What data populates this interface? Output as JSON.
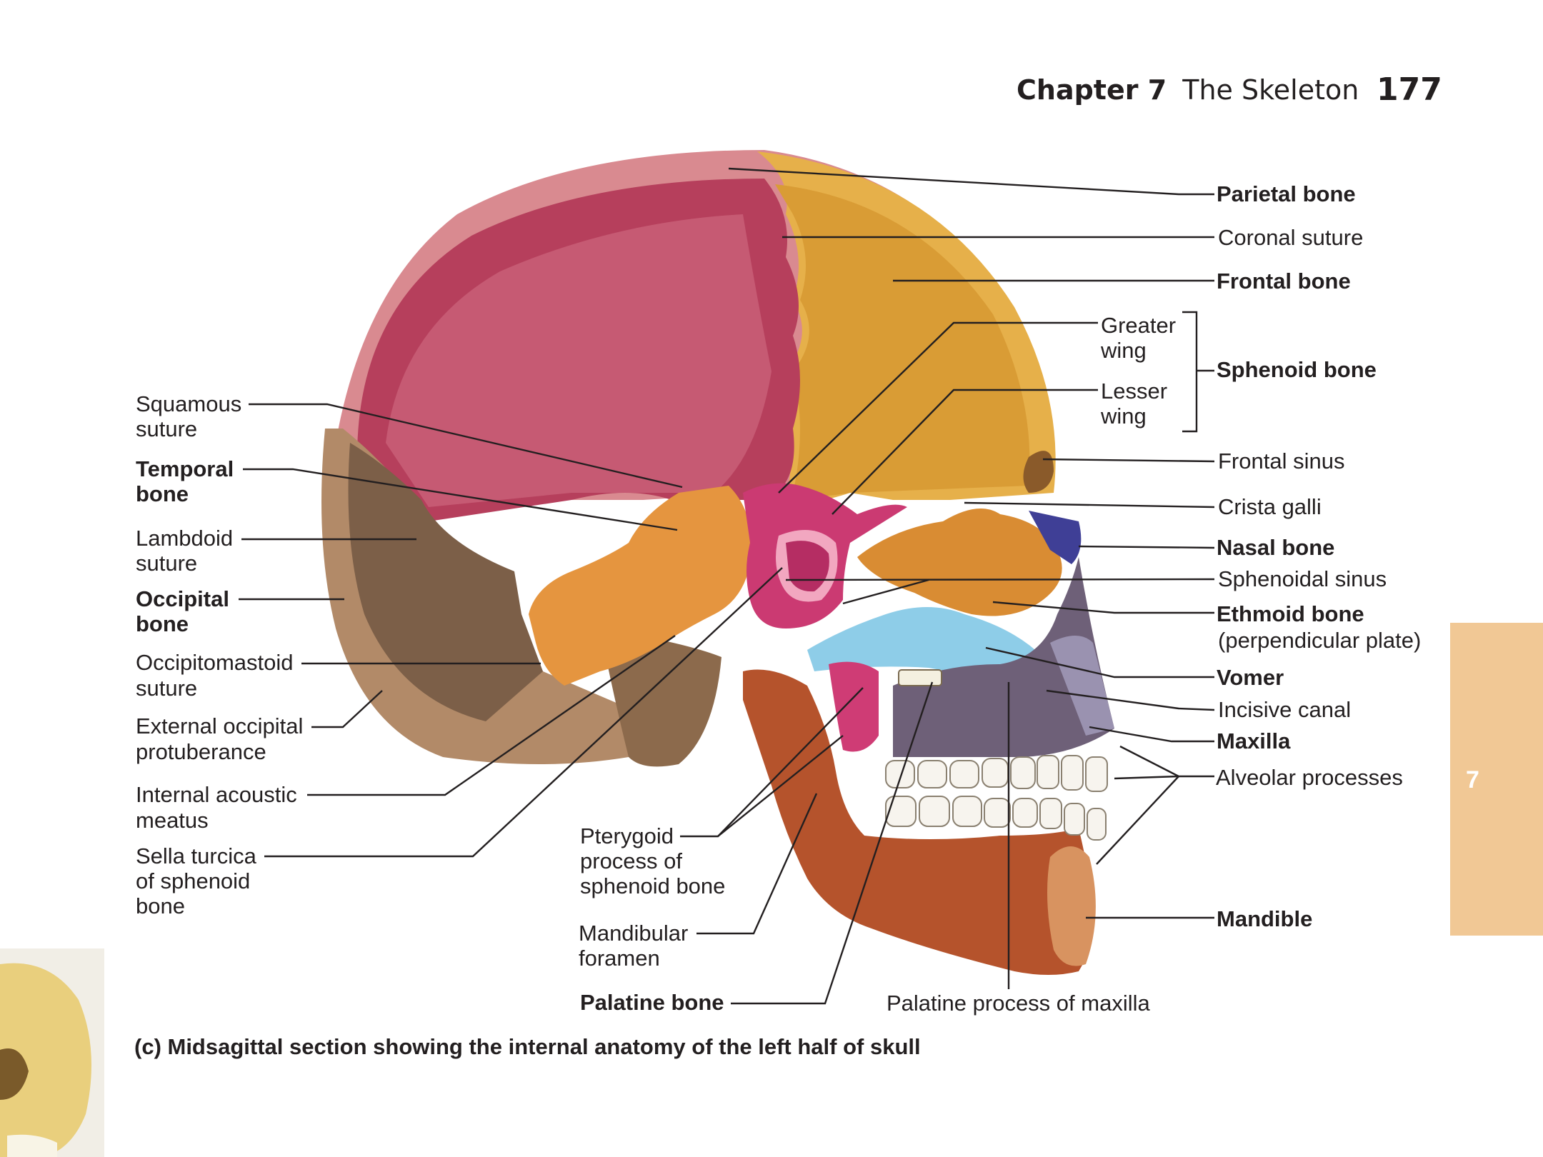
{
  "header": {
    "chapter": "Chapter 7",
    "title": "The Skeleton",
    "page_number": "177"
  },
  "tab": {
    "number": "7"
  },
  "caption": "(c) Midsagittal section showing the internal anatomy of the left half of skull",
  "labels": {
    "parietal_bone": "Parietal bone",
    "coronal_suture": "Coronal suture",
    "frontal_bone": "Frontal bone",
    "greater_wing": [
      "Greater",
      "wing"
    ],
    "lesser_wing": [
      "Lesser",
      "wing"
    ],
    "sphenoid_bone": "Sphenoid bone",
    "frontal_sinus": "Frontal sinus",
    "crista_galli": "Crista galli",
    "nasal_bone": "Nasal bone",
    "sphenoidal_sinus": "Sphenoidal sinus",
    "ethmoid_bone": [
      "Ethmoid bone",
      "(perpendicular plate)"
    ],
    "vomer": "Vomer",
    "incisive_canal": "Incisive canal",
    "maxilla": "Maxilla",
    "alveolar_processes": "Alveolar processes",
    "mandible": "Mandible",
    "squamous_suture": [
      "Squamous",
      "suture"
    ],
    "temporal_bone": [
      "Temporal",
      "bone"
    ],
    "lambdoid_suture": [
      "Lambdoid",
      "suture"
    ],
    "occipital_bone": [
      "Occipital",
      "bone"
    ],
    "occipitomastoid_suture": [
      "Occipitomastoid",
      "suture"
    ],
    "external_occipital_protuberance": [
      "External occipital",
      "protuberance"
    ],
    "internal_acoustic_meatus": [
      "Internal acoustic",
      "meatus"
    ],
    "sella_turcica": [
      "Sella turcica",
      "of sphenoid",
      "bone"
    ],
    "pterygoid_process": [
      "Pterygoid",
      "process of",
      "sphenoid bone"
    ],
    "mandibular_foramen": [
      "Mandibular",
      "foramen"
    ],
    "palatine_bone": "Palatine bone",
    "palatine_process": "Palatine process of maxilla"
  },
  "colors": {
    "parietal": "#b9405a",
    "frontal": "#e2a640",
    "temporal": "#e0913c",
    "occipital": "#7c5f48",
    "sphenoid": "#c8356c",
    "ethmoid": "#d3882f",
    "vomer": "#8ecde8",
    "maxilla": "#6e6078",
    "mandible": "#b5532c",
    "nasal": "#3f3f96",
    "tab": "#f1c895"
  }
}
